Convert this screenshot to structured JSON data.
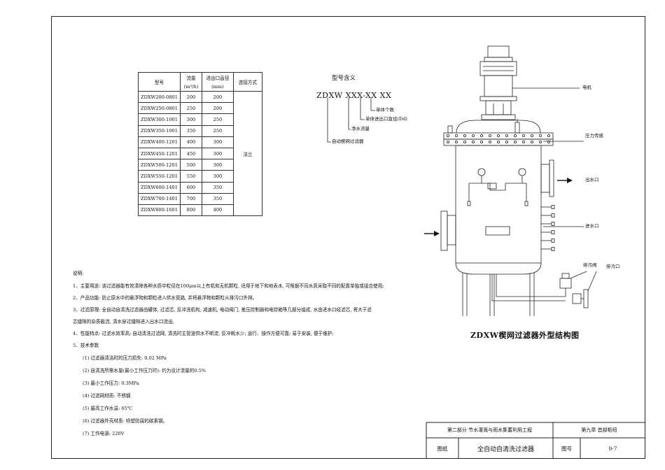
{
  "table": {
    "headers": [
      "型号",
      "流量",
      "(m³/h)",
      "进出口直径",
      "(mm)",
      "连接方式"
    ],
    "rows": [
      [
        "ZDXW200-0801",
        "200",
        "200"
      ],
      [
        "ZDXW250-0801",
        "250",
        "200"
      ],
      [
        "ZDXW300-1001",
        "300",
        "250"
      ],
      [
        "ZDXW350-1001",
        "350",
        "250"
      ],
      [
        "ZDXW400-1201",
        "400",
        "300"
      ],
      [
        "ZDXW450-1201",
        "450",
        "300"
      ],
      [
        "ZDXW500-1201",
        "500",
        "300"
      ],
      [
        "ZDXW550-1201",
        "550",
        "300"
      ],
      [
        "ZDXW600-1401",
        "600",
        "350"
      ],
      [
        "ZDXW700-1401",
        "700",
        "350"
      ],
      [
        "ZDXW800-1601",
        "800",
        "400"
      ]
    ],
    "connection": "法兰"
  },
  "model_meaning": {
    "title": "型号含义",
    "code": "ZDXW XXX-XX XX",
    "items": [
      "单体个数",
      "单体进出口直径(Dd)",
      "净水流量",
      "自动楔网过滤器"
    ]
  },
  "diagram_labels": {
    "motor": "电机",
    "pressure_sensor": "压力传感",
    "outlet": "出水口",
    "inlet": "进水口",
    "drain_valve": "排污阀",
    "drain_outlet": "排污口",
    "figure_title": "ZDXW楔网过滤器外型结构图"
  },
  "notes": {
    "heading": "说明:",
    "lines": [
      "1、主要用途: 该过滤器能有效清除各种水质中粒径在100μm以上有机和无机颗粒, 适用于地下和地表水, 可根据不同水质采取不同的配置单独或组合使用;",
      "2、产品功能: 防止原水中的悬浮物和颗粒进入供水管路, 并将悬浮物和颗粒从排污口外排。",
      "3、过滤原理: 全自动自清洗过滤器由罐体, 过滤芯, 反冲洗机构, 减速机, 电动阀门, 差压控制器和电控箱等几部分组成, 水由进水口经滤芯, 将大于滤",
      "芯缝隙的杂质截流, 清水穿过缝隙进入出水口流出;",
      "4、性能特点: 过滤水效率高; 自动清洗过滤网, 清洗时主管道供水不断流, 反冲耗水少; 运行、操作方便可靠; 易于安装, 便于维护;",
      "5、技术参数"
    ],
    "params": [
      "(1) 过滤器清洁时的压力损失: 0.02 MPa",
      "(2) 自清洗所需水量(最小工作压力时): 约为设计流量的0.5%",
      "(3) 最小工作压力:   0.3MPa",
      "(4) 过滤网材质:        不锈钢",
      "(5) 最高工作水温:  65℃",
      "(6) 过滤器外壳材质:   喷塑防腐的碳素钢。",
      "(7) 工作电源:         220V"
    ]
  },
  "title_block": {
    "part": "第二部分  节水灌溉与雨水集蓄利用工程",
    "chapter": "第九章  首部枢纽",
    "drawing_label": "图纸",
    "drawing_name": "全自动自清洗过滤器",
    "figure_no_label": "图号",
    "figure_no": "9-7"
  }
}
